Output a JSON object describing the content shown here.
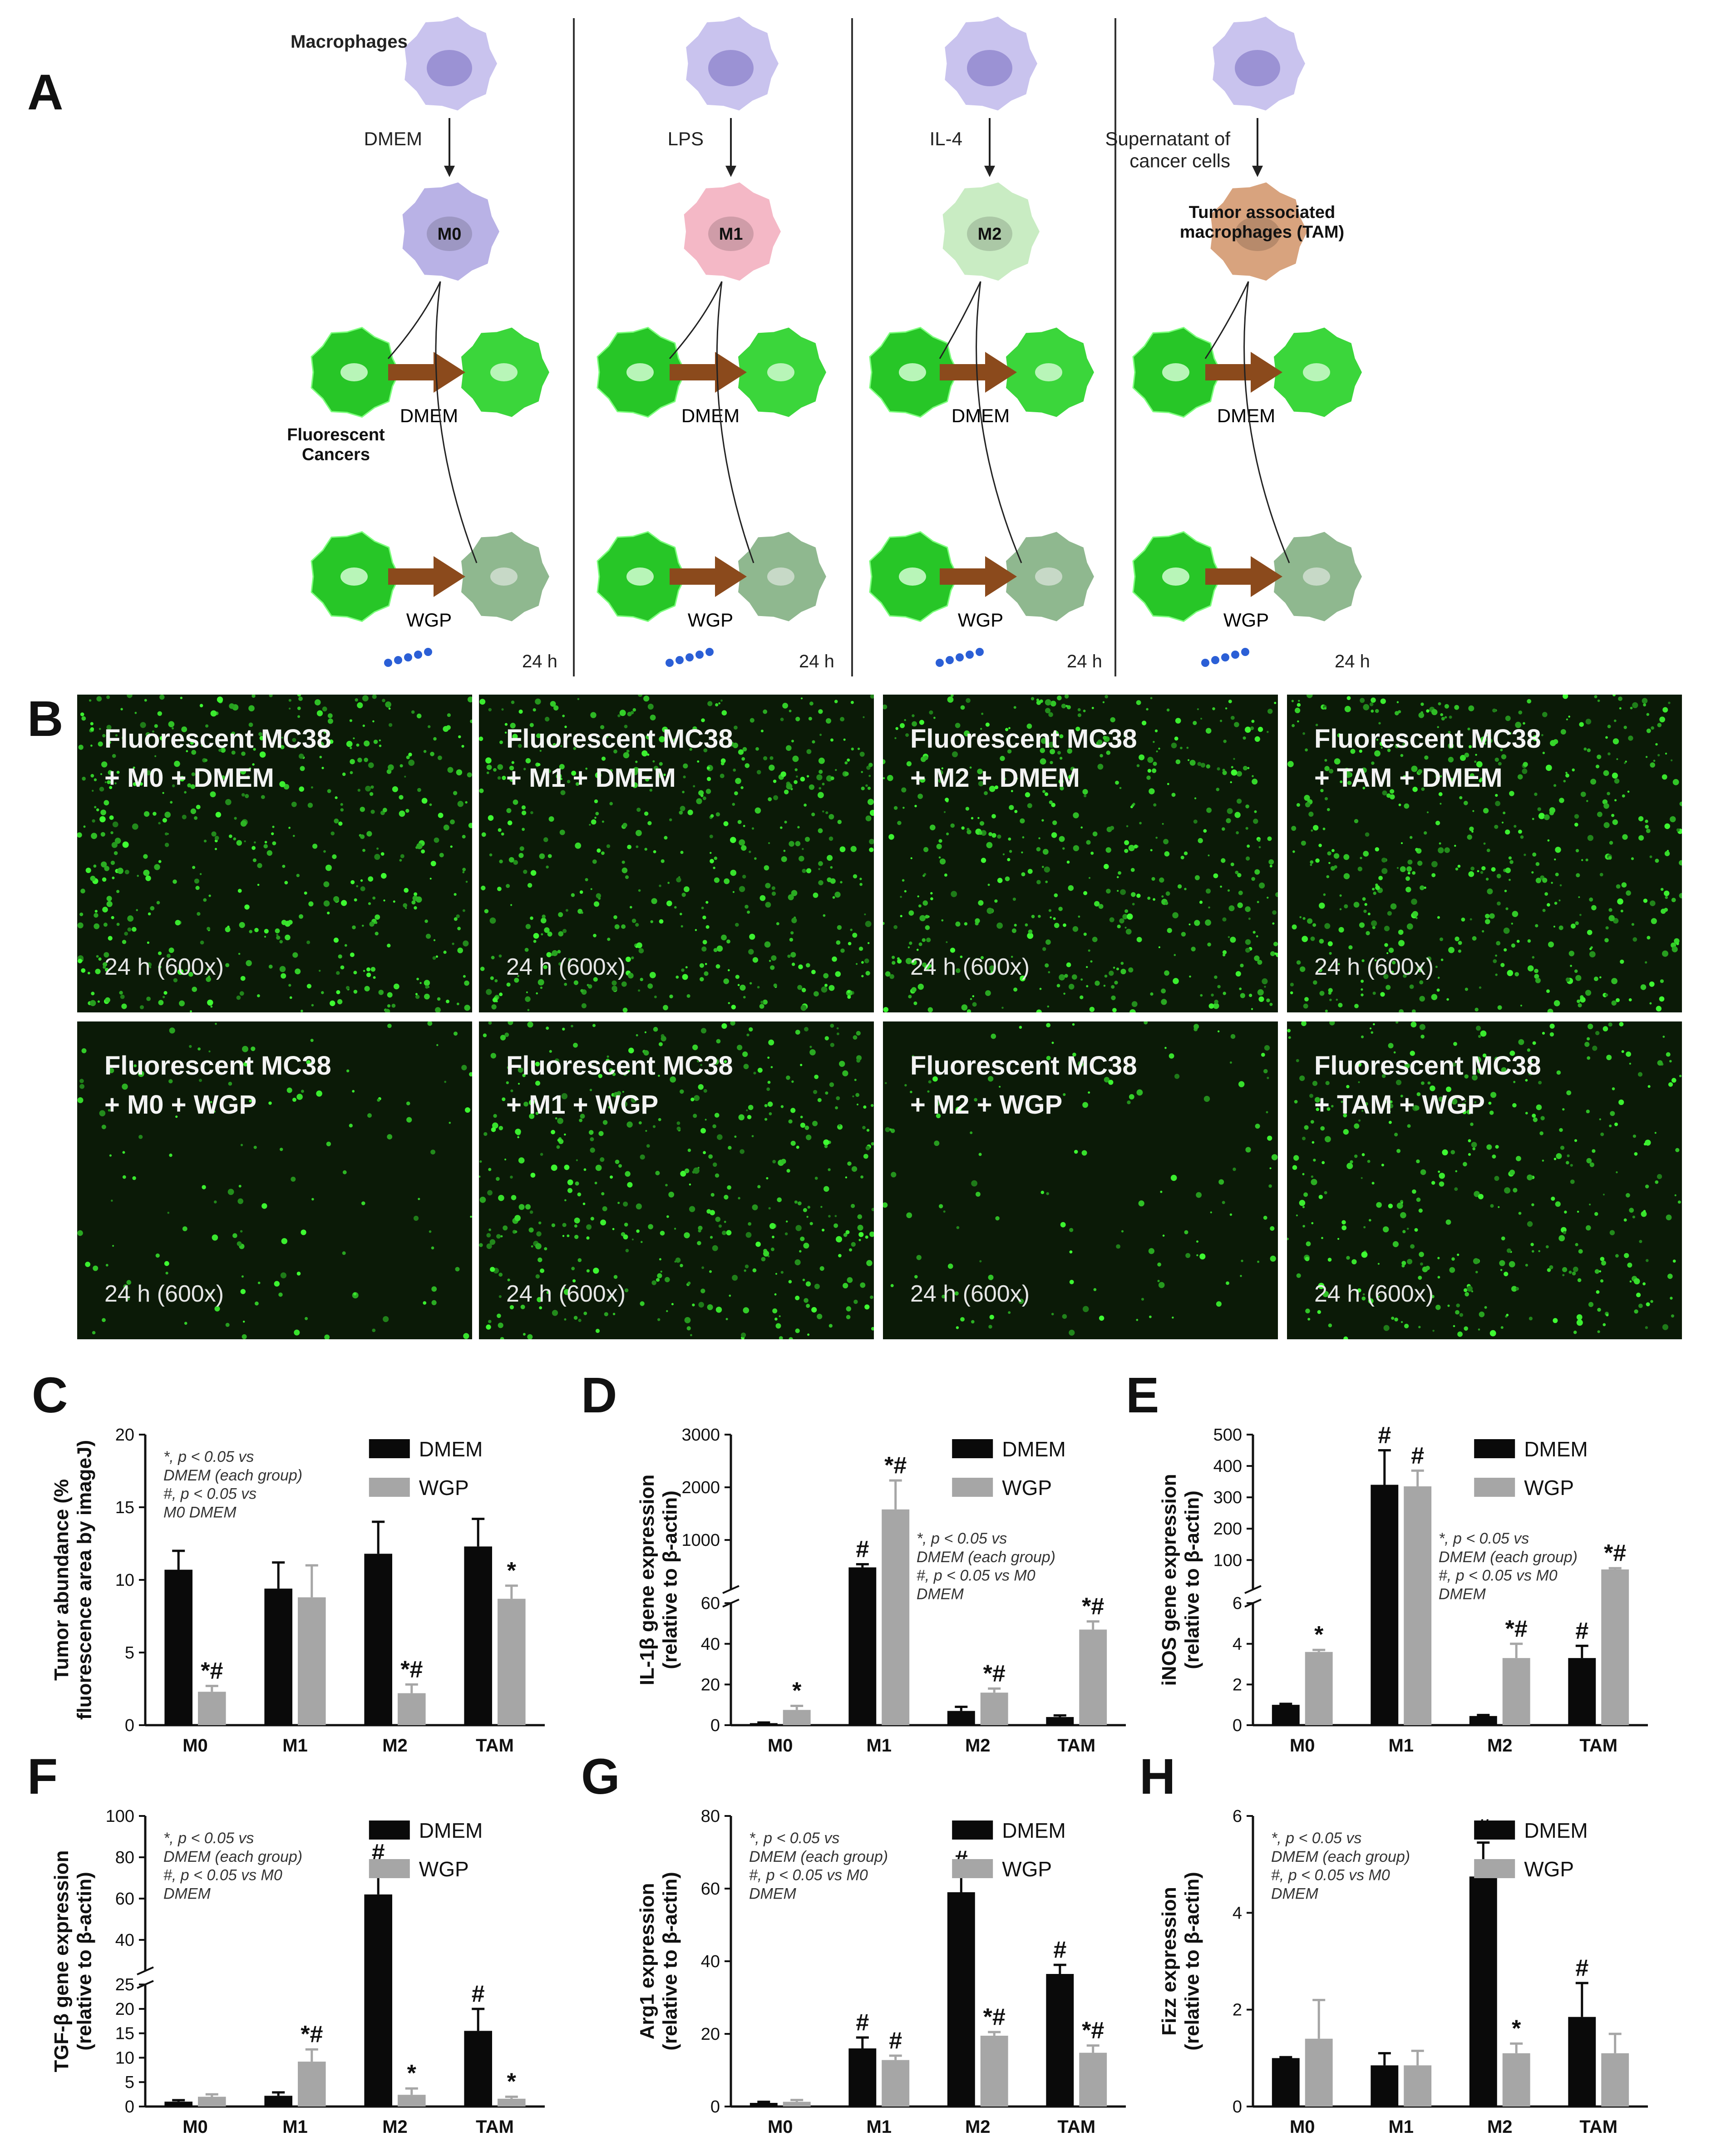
{
  "panel_letters": {
    "A": "A",
    "B": "B",
    "C": "C",
    "D": "D",
    "E": "E",
    "F": "F",
    "G": "G",
    "H": "H"
  },
  "schematic": {
    "top_label": "Macrophages",
    "columns": [
      {
        "treatment": "DMEM",
        "cell": "M0",
        "cell_color": "#b9b2e6",
        "bottom_treat": "DMEM"
      },
      {
        "treatment": "LPS",
        "cell": "M1",
        "cell_color": "#f4b8c6",
        "bottom_treat": "DMEM"
      },
      {
        "treatment": "IL-4",
        "cell": "M2",
        "cell_color": "#c9ecc3",
        "bottom_treat": "DMEM"
      },
      {
        "treatment": "Supernatant of\ncancer cells",
        "cell": "Tumor associated\nmacrophages (TAM)",
        "cell_color": "#d8a37e",
        "bottom_treat": "DMEM"
      }
    ],
    "fluorescent_cancers": "Fluorescent\nCancers",
    "wgp": "WGP",
    "time": "24 h"
  },
  "micrographs": [
    {
      "title": "Fluorescent MC38\n+ M0 + DMEM",
      "foot": "24 h (600x)",
      "intensity": 1.0
    },
    {
      "title": "Fluorescent MC38\n+ M1 + DMEM",
      "foot": "24 h (600x)",
      "intensity": 1.0
    },
    {
      "title": "Fluorescent MC38\n+ M2 + DMEM",
      "foot": "24 h (600x)",
      "intensity": 1.0
    },
    {
      "title": "Fluorescent MC38\n+ TAM + DMEM",
      "foot": "24 h (600x)",
      "intensity": 1.05
    },
    {
      "title": "Fluorescent MC38\n+ M0 + WGP",
      "foot": "24 h (600x)",
      "intensity": 0.25
    },
    {
      "title": "Fluorescent MC38\n+ M1 + WGP",
      "foot": "24 h (600x)",
      "intensity": 0.9
    },
    {
      "title": "Fluorescent MC38\n+ M2 + WGP",
      "foot": "24 h (600x)",
      "intensity": 0.25
    },
    {
      "title": "Fluorescent MC38\n+ TAM + WGP",
      "foot": "24 h (600x)",
      "intensity": 0.75
    }
  ],
  "colors": {
    "dmem": "#0a0a0a",
    "wgp": "#a6a6a6",
    "green": "#2ecc2e"
  },
  "chart_data": [
    {
      "id": "C",
      "type": "bar",
      "categories": [
        "M0",
        "M1",
        "M2",
        "TAM"
      ],
      "ylabel": "Tumor abundance (%\nfluorescence area by imageJ)",
      "ylim": [
        0,
        20
      ],
      "yticks": [
        0,
        5,
        10,
        15,
        20
      ],
      "series": [
        {
          "name": "DMEM",
          "values": [
            10.7,
            9.4,
            11.8,
            12.3
          ],
          "err": [
            1.3,
            1.8,
            2.2,
            1.9
          ]
        },
        {
          "name": "WGP",
          "values": [
            2.3,
            8.8,
            2.2,
            8.7
          ],
          "err": [
            0.4,
            2.2,
            0.6,
            0.9
          ]
        }
      ],
      "sig": [
        [
          "",
          "*#"
        ],
        [
          "",
          ""
        ],
        [
          "",
          "*#"
        ],
        [
          "",
          "*"
        ]
      ],
      "note": "*, p < 0.05 vs\nDMEM (each group)\n#, p < 0.05 vs\nM0 DMEM"
    },
    {
      "id": "D",
      "type": "bar",
      "categories": [
        "M0",
        "M1",
        "M2",
        "TAM"
      ],
      "ylabel": "IL-1β gene expression\n(relative to β-actin)",
      "broken": true,
      "lower": [
        0,
        60
      ],
      "upper": [
        60,
        3000
      ],
      "yticks_lower": [
        0,
        20,
        40,
        60
      ],
      "yticks_upper": [
        1000,
        2000,
        3000
      ],
      "series": [
        {
          "name": "DMEM",
          "values": [
            1,
            480,
            7,
            4
          ],
          "err": [
            0.3,
            60,
            2,
            0.8
          ]
        },
        {
          "name": "WGP",
          "values": [
            7.5,
            1580,
            16,
            47
          ],
          "err": [
            2,
            550,
            2,
            4
          ]
        }
      ],
      "sig": [
        [
          "",
          "*"
        ],
        [
          "#",
          "*#"
        ],
        [
          "",
          "*#"
        ],
        [
          "",
          "*#"
        ]
      ],
      "note": "*, p < 0.05 vs\nDMEM (each group)\n#, p < 0.05 vs M0\nDMEM"
    },
    {
      "id": "E",
      "type": "bar",
      "categories": [
        "M0",
        "M1",
        "M2",
        "TAM"
      ],
      "ylabel": "iNOS gene expression\n(relative to β-actin)",
      "broken": true,
      "lower": [
        0,
        6
      ],
      "upper": [
        6,
        500
      ],
      "yticks_lower": [
        0,
        2,
        4,
        6
      ],
      "yticks_upper": [
        100,
        200,
        300,
        400,
        500
      ],
      "series": [
        {
          "name": "DMEM",
          "values": [
            1,
            340,
            0.45,
            3.3
          ],
          "err": [
            0.05,
            110,
            0.05,
            0.6
          ]
        },
        {
          "name": "WGP",
          "values": [
            3.6,
            335,
            3.3,
            70
          ],
          "err": [
            0.1,
            50,
            0.7,
            4
          ]
        }
      ],
      "sig": [
        [
          "",
          "*"
        ],
        [
          "#",
          "#"
        ],
        [
          "",
          "*#"
        ],
        [
          "#",
          "*#"
        ]
      ],
      "note": "*, p < 0.05 vs\nDMEM (each group)\n#, p < 0.05 vs M0\nDMEM"
    },
    {
      "id": "F",
      "type": "bar",
      "categories": [
        "M0",
        "M1",
        "M2",
        "TAM"
      ],
      "ylabel": "TGF-β gene expression\n(relative to β-actin)",
      "broken": true,
      "lower": [
        0,
        25
      ],
      "upper": [
        25,
        100
      ],
      "yticks_lower": [
        0,
        5,
        10,
        15,
        20,
        25
      ],
      "yticks_upper": [
        40,
        60,
        80,
        100
      ],
      "series": [
        {
          "name": "DMEM",
          "values": [
            1,
            2.2,
            62,
            15.5
          ],
          "err": [
            0.3,
            0.7,
            13,
            4.5
          ]
        },
        {
          "name": "WGP",
          "values": [
            2,
            9.2,
            2.4,
            1.6
          ],
          "err": [
            0.5,
            2.5,
            1.3,
            0.4
          ]
        }
      ],
      "sig": [
        [
          "",
          ""
        ],
        [
          "",
          "*#"
        ],
        [
          "#",
          "*"
        ],
        [
          "#",
          "*"
        ]
      ],
      "note": "*, p < 0.05 vs\nDMEM (each group)\n#, p < 0.05 vs M0\nDMEM"
    },
    {
      "id": "G",
      "type": "bar",
      "categories": [
        "M0",
        "M1",
        "M2",
        "TAM"
      ],
      "ylabel": "Arg1 expression\n(relative to β-actin)",
      "ylim": [
        0,
        80
      ],
      "yticks": [
        0,
        20,
        40,
        60,
        80
      ],
      "series": [
        {
          "name": "DMEM",
          "values": [
            1,
            16,
            59,
            36.5
          ],
          "err": [
            0.3,
            3,
            5,
            2.5
          ]
        },
        {
          "name": "WGP",
          "values": [
            1.3,
            12.8,
            19.5,
            14.8
          ],
          "err": [
            0.5,
            1.2,
            1,
            2
          ]
        }
      ],
      "sig": [
        [
          "",
          ""
        ],
        [
          "#",
          "#"
        ],
        [
          "#",
          "*#"
        ],
        [
          "#",
          "*#"
        ]
      ],
      "note": "*, p < 0.05 vs\nDMEM (each group)\n#, p < 0.05 vs M0\nDMEM"
    },
    {
      "id": "H",
      "type": "bar",
      "categories": [
        "M0",
        "M1",
        "M2",
        "TAM"
      ],
      "ylabel": "Fizz expression\n(relative to β-actin)",
      "ylim": [
        0,
        6
      ],
      "yticks": [
        0,
        2,
        4,
        6
      ],
      "series": [
        {
          "name": "DMEM",
          "values": [
            1,
            0.85,
            4.75,
            1.85
          ],
          "err": [
            0.02,
            0.25,
            0.7,
            0.7
          ]
        },
        {
          "name": "WGP",
          "values": [
            1.4,
            0.85,
            1.1,
            1.1
          ],
          "err": [
            0.8,
            0.3,
            0.2,
            0.4
          ]
        }
      ],
      "sig": [
        [
          "",
          ""
        ],
        [
          "",
          ""
        ],
        [
          "#",
          "*"
        ],
        [
          "#",
          ""
        ]
      ],
      "note": "*, p < 0.05 vs\nDMEM (each group)\n#, p < 0.05 vs M0\nDMEM"
    }
  ]
}
